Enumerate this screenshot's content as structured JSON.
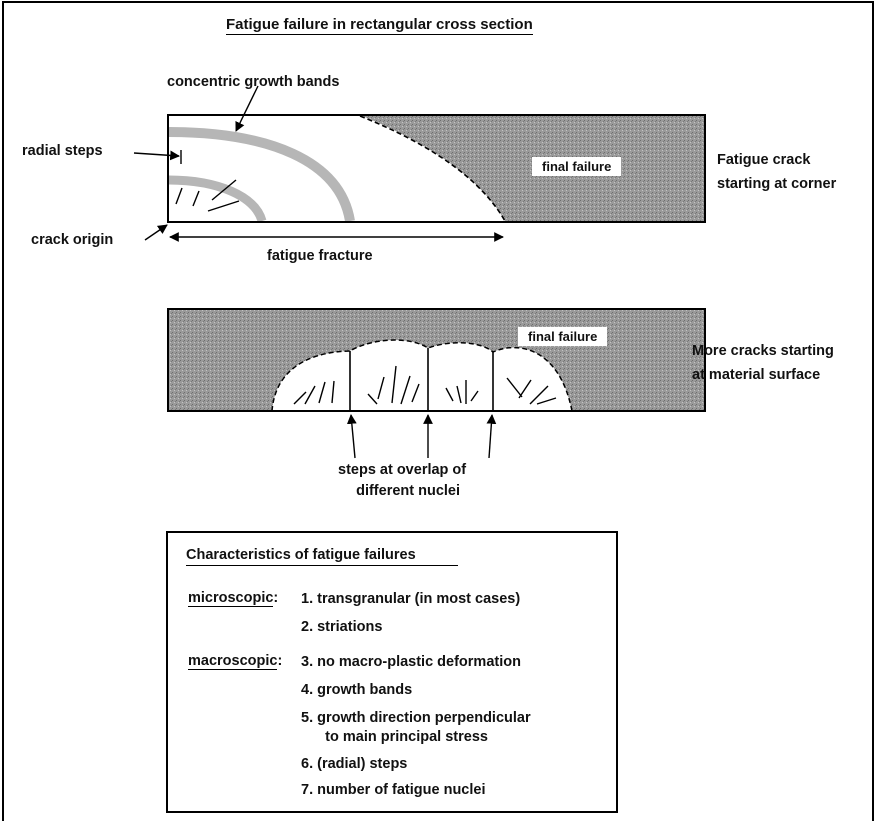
{
  "title": "Fatigue failure in rectangular cross section",
  "top_section": {
    "label_concentric": "concentric growth bands",
    "label_radial": "radial steps",
    "label_origin": "crack origin",
    "label_fracture": "fatigue fracture",
    "final_failure": "final failure",
    "side_line1": "Fatigue crack",
    "side_line2": "starting at corner"
  },
  "middle_section": {
    "final_failure": "final failure",
    "side_line1": "More cracks starting",
    "side_line2": "at material surface",
    "steps_line1": "steps at overlap of",
    "steps_line2": "different nuclei"
  },
  "characteristics": {
    "title": "Characteristics of fatigue failures",
    "microscopic_label": "microscopic",
    "microscopic_colon": ":",
    "macroscopic_label": "macroscopic",
    "macroscopic_colon": ":",
    "items": [
      "1.  transgranular (in most cases)",
      "2.  striations",
      "3.  no macro-plastic deformation",
      "4.  growth bands",
      "5.  growth direction perpendicular",
      "      to main principal stress",
      "6.  (radial) steps",
      "7.  number of fatigue nuclei"
    ]
  }
}
